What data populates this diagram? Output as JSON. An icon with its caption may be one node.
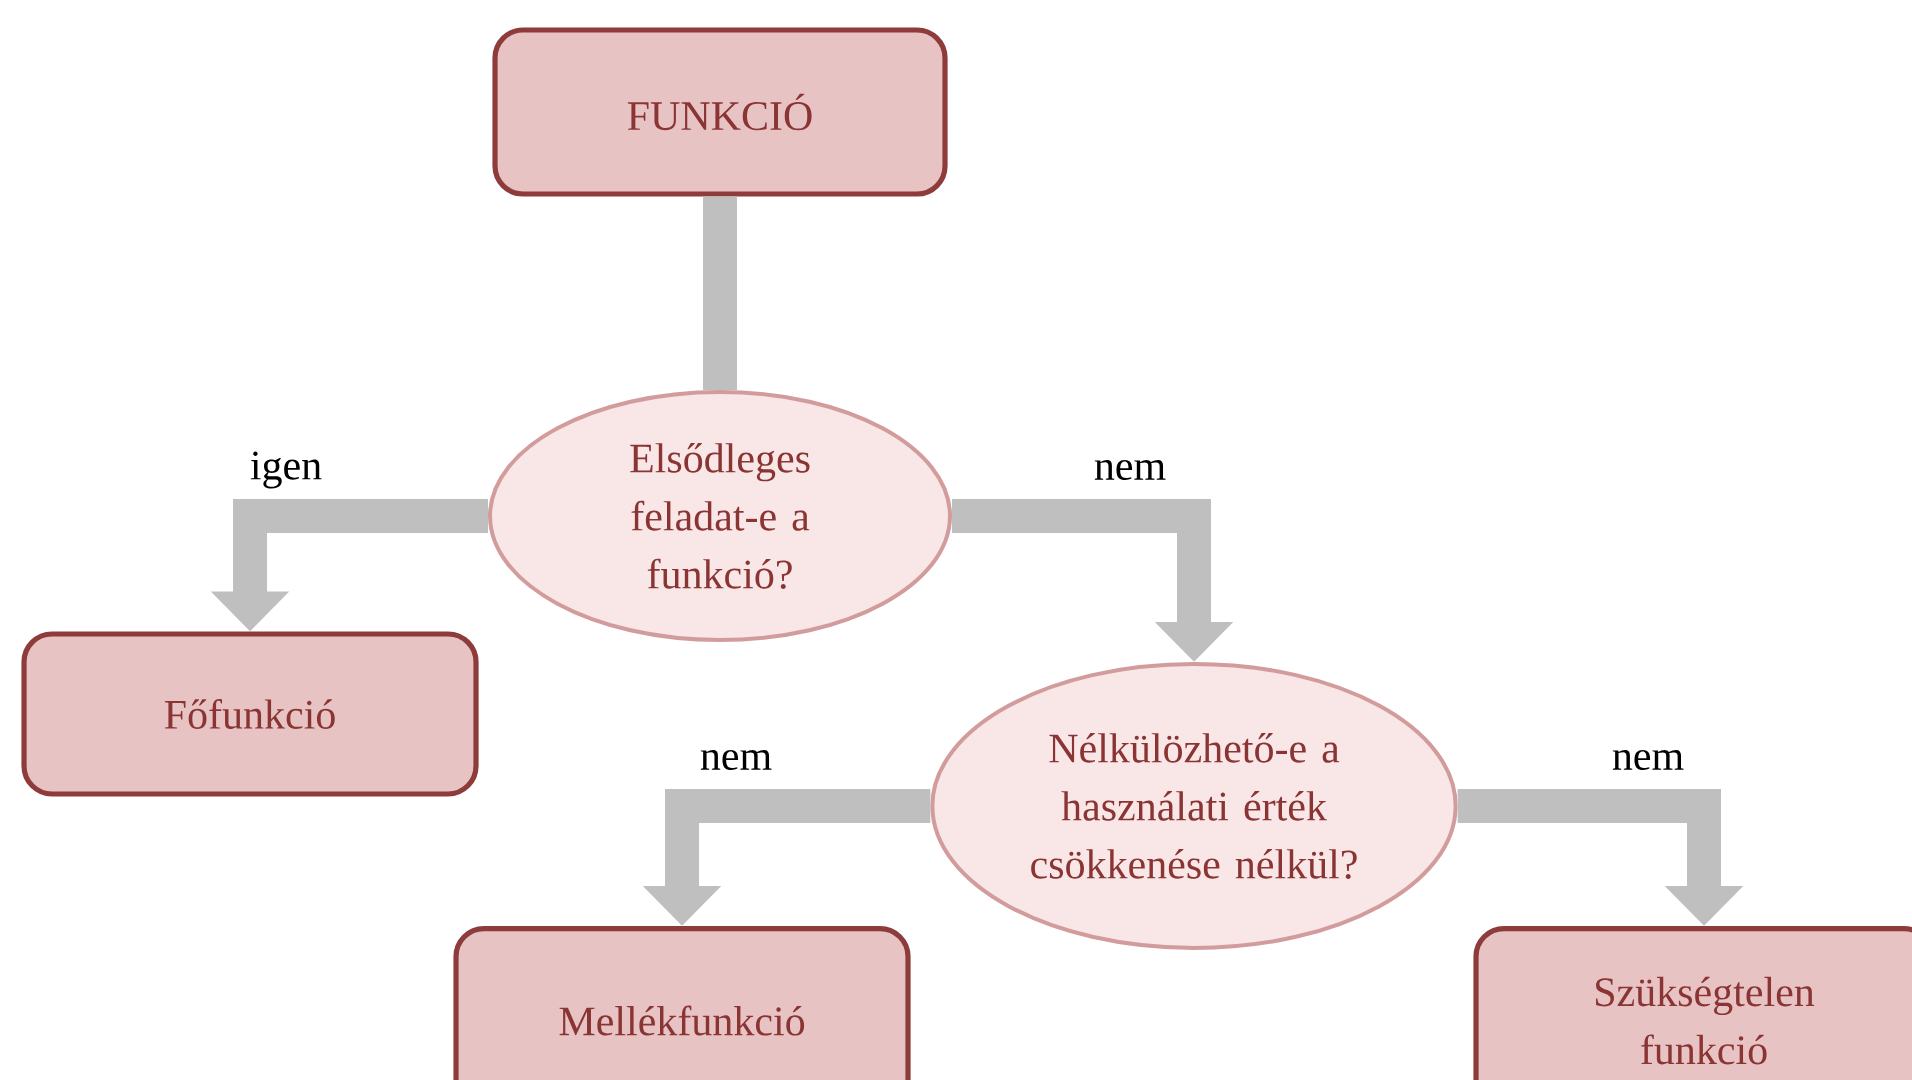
{
  "diagram": {
    "nodes": [
      {
        "text": [
          "FUNKCIÓ"
        ]
      },
      {
        "text": [
          "Elsődleges feladat-e a funkció?"
        ]
      },
      {
        "text": [
          "Főfunkció"
        ]
      },
      {
        "text": [
          "Nélkülözhető-e a használati érték csökkenése nélkül?"
        ]
      },
      {
        "text": [
          "Mellékfunkció"
        ]
      },
      {
        "text": [
          "Szükségtelen funkció"
        ]
      }
    ],
    "edges": [
      {
        "from": 0,
        "to": 1,
        "arrow": "none"
      },
      {
        "from": 1,
        "to": 2,
        "arrow": "to",
        "label": "igen"
      },
      {
        "from": 1,
        "to": 3,
        "arrow": "to",
        "label": "nem"
      },
      {
        "from": 3,
        "to": 4,
        "arrow": "to",
        "label": "nem"
      },
      {
        "from": 3,
        "to": 5,
        "arrow": "to",
        "label": "nem"
      }
    ]
  }
}
